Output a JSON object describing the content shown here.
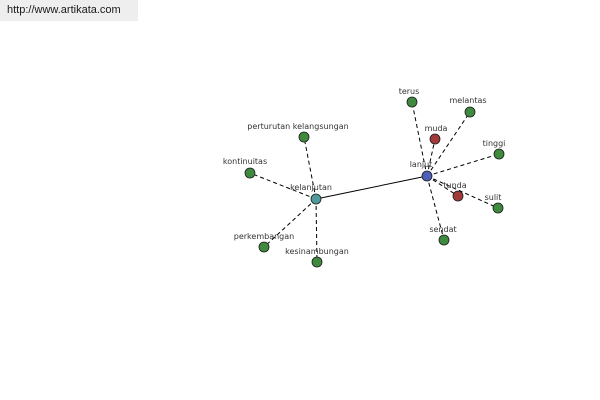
{
  "header": {
    "source_url": "http://www.artikata.com"
  },
  "colors": {
    "hub_primary": "#4d5fb8",
    "hub_secondary": "#4f9a9a",
    "leaf": "#3f8a3f",
    "leaf_highlight": "#a33a3a",
    "edge": "#000000"
  },
  "graph": {
    "nodes": [
      {
        "id": "lanjut",
        "label": "lanjut",
        "kind": "hub_primary"
      },
      {
        "id": "kelanjutan",
        "label": "kelanjutan",
        "kind": "hub_secondary"
      },
      {
        "id": "terus",
        "label": "terus",
        "kind": "leaf"
      },
      {
        "id": "melantas",
        "label": "melantas",
        "kind": "leaf"
      },
      {
        "id": "muda",
        "label": "muda",
        "kind": "leaf_highlight"
      },
      {
        "id": "tinggi",
        "label": "tinggi",
        "kind": "leaf"
      },
      {
        "id": "tunda",
        "label": "tunda",
        "kind": "leaf_highlight"
      },
      {
        "id": "sulit",
        "label": "sulit",
        "kind": "leaf"
      },
      {
        "id": "sendat",
        "label": "sendat",
        "kind": "leaf"
      },
      {
        "id": "perturutan-kelangsungan",
        "label": "perturutan kelangsungan",
        "kind": "leaf"
      },
      {
        "id": "kontinuitas",
        "label": "kontinuitas",
        "kind": "leaf"
      },
      {
        "id": "perkembangan",
        "label": "perkembangan",
        "kind": "leaf"
      },
      {
        "id": "kesinambungan",
        "label": "kesinambungan",
        "kind": "leaf"
      }
    ],
    "edges": [
      {
        "from": "kelanjutan",
        "to": "lanjut",
        "style": "solid"
      },
      {
        "from": "lanjut",
        "to": "terus",
        "style": "dashed"
      },
      {
        "from": "lanjut",
        "to": "melantas",
        "style": "dashed"
      },
      {
        "from": "lanjut",
        "to": "muda",
        "style": "dashed"
      },
      {
        "from": "lanjut",
        "to": "tinggi",
        "style": "dashed"
      },
      {
        "from": "lanjut",
        "to": "tunda",
        "style": "dashed"
      },
      {
        "from": "lanjut",
        "to": "sulit",
        "style": "dashed"
      },
      {
        "from": "lanjut",
        "to": "sendat",
        "style": "dashed"
      },
      {
        "from": "kelanjutan",
        "to": "perturutan-kelangsungan",
        "style": "dashed"
      },
      {
        "from": "kelanjutan",
        "to": "kontinuitas",
        "style": "dashed"
      },
      {
        "from": "kelanjutan",
        "to": "perkembangan",
        "style": "dashed"
      },
      {
        "from": "kelanjutan",
        "to": "kesinambungan",
        "style": "dashed"
      }
    ]
  }
}
